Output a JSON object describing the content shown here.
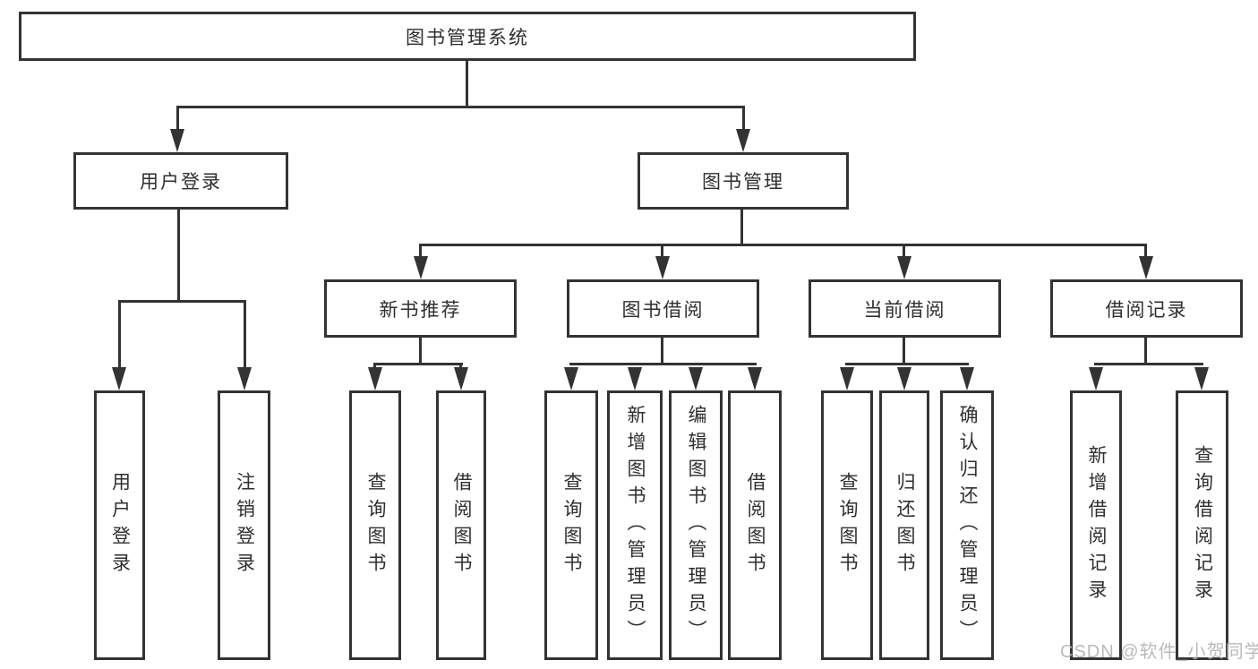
{
  "root": {
    "label": "图书管理系统"
  },
  "branches": {
    "user_login": {
      "label": "用户登录",
      "children": [
        {
          "label": "用户登录"
        },
        {
          "label": "注销登录"
        }
      ]
    },
    "book_management": {
      "label": "图书管理",
      "modules": [
        {
          "label": "新书推荐",
          "children": [
            {
              "label": "查询图书"
            },
            {
              "label": "借阅图书"
            }
          ]
        },
        {
          "label": "图书借阅",
          "children": [
            {
              "label": "查询图书"
            },
            {
              "label": "新增图书（管理员）"
            },
            {
              "label": "编辑图书（管理员）"
            },
            {
              "label": "借阅图书"
            }
          ]
        },
        {
          "label": "当前借阅",
          "children": [
            {
              "label": "查询图书"
            },
            {
              "label": "归还图书"
            },
            {
              "label": "确认归还（管理员）"
            }
          ]
        },
        {
          "label": "借阅记录",
          "children": [
            {
              "label": "新增借阅记录"
            },
            {
              "label": "查询借阅记录"
            }
          ]
        }
      ]
    }
  },
  "watermark": {
    "text": "CSDN @软件_小贺同学"
  },
  "colors": {
    "line": "#333333",
    "text": "#2f2f2f",
    "background": "#ffffff",
    "watermark": "#b3b3b3"
  }
}
